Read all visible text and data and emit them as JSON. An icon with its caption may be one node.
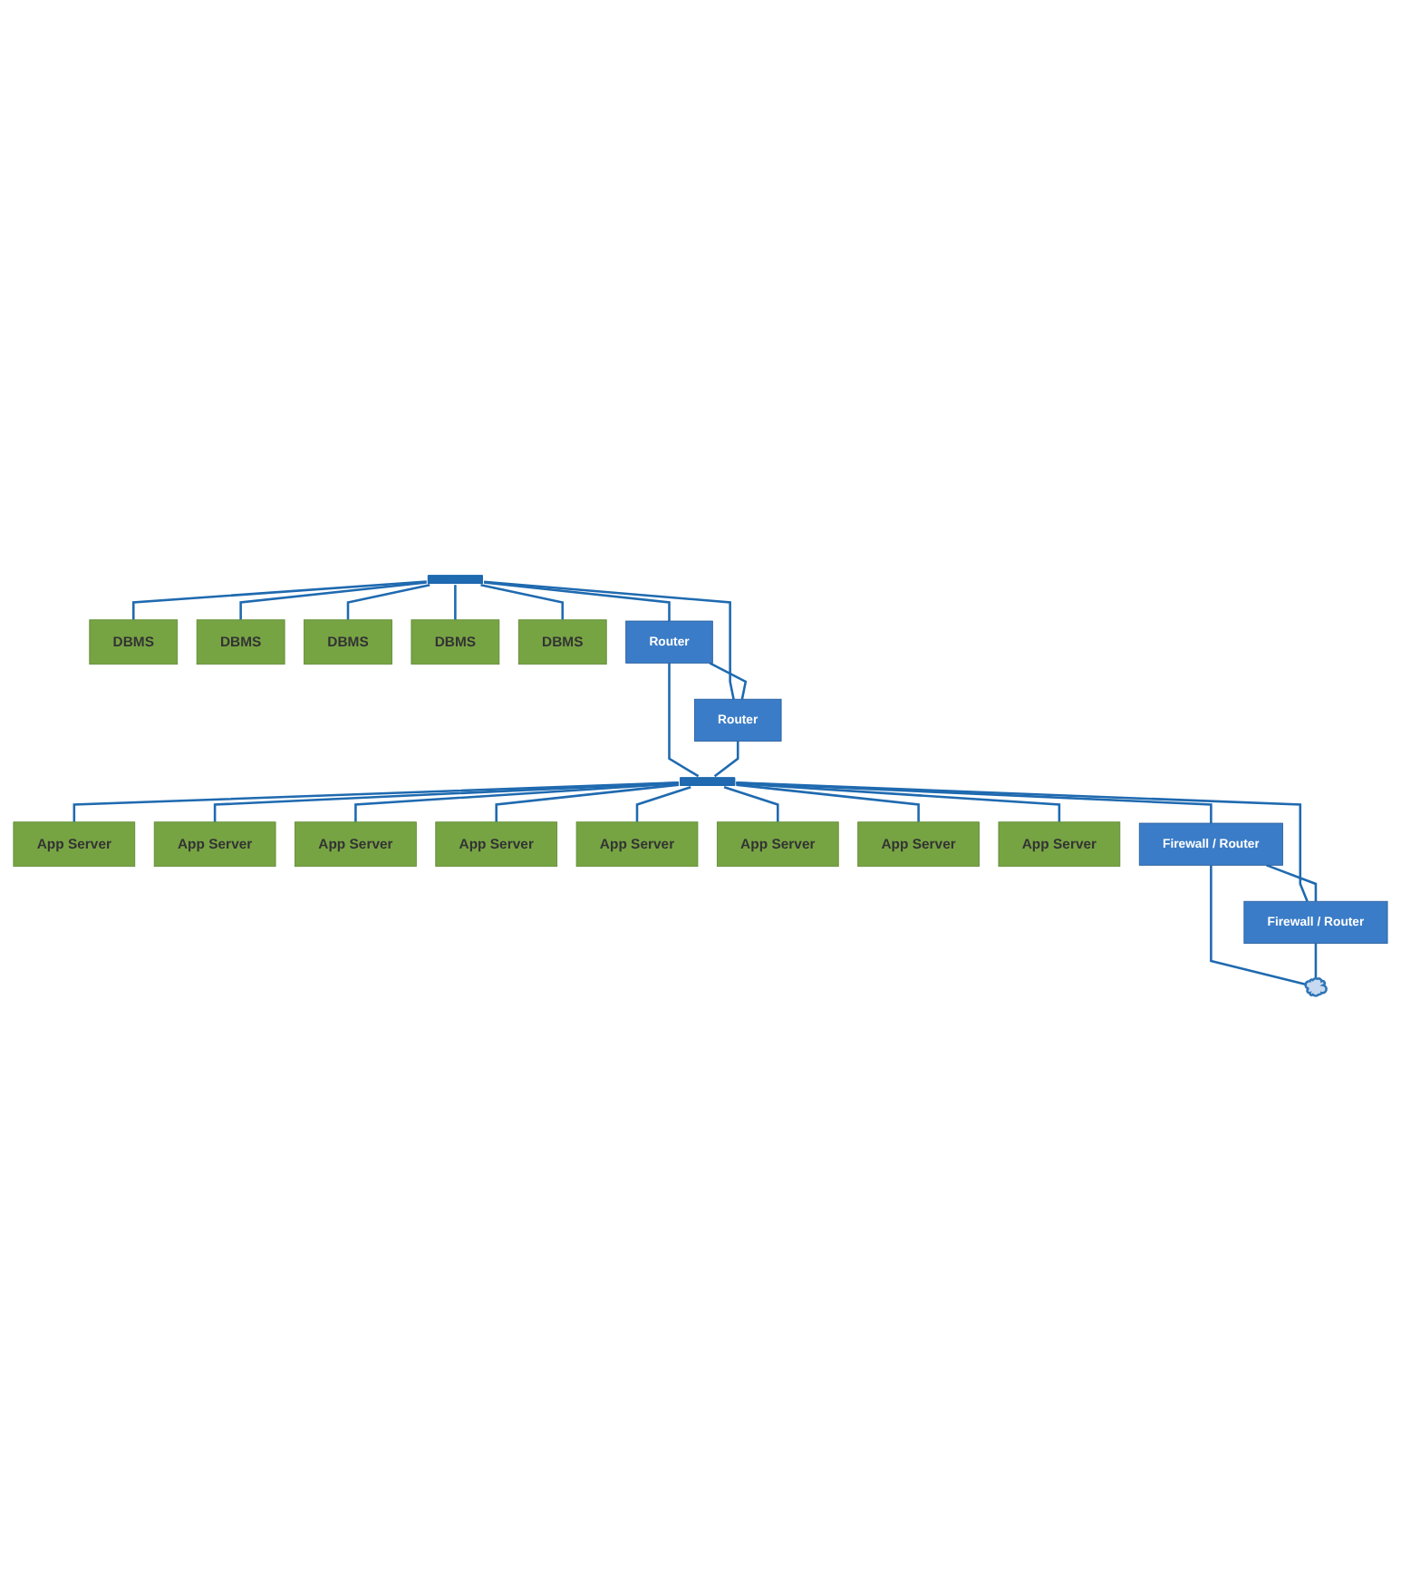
{
  "diagram": {
    "nodes": [
      {
        "text": [],
        "shape": "bar"
      },
      {
        "text": [
          "DBMS"
        ]
      },
      {
        "text": [
          "DBMS"
        ]
      },
      {
        "text": [
          "DBMS"
        ]
      },
      {
        "text": [
          "DBMS"
        ]
      },
      {
        "text": [
          "DBMS"
        ]
      },
      {
        "text": [
          "Router"
        ]
      },
      {
        "text": [
          "Router"
        ]
      },
      {
        "text": [],
        "shape": "bar"
      },
      {
        "text": [
          "App Server"
        ]
      },
      {
        "text": [
          "App Server"
        ]
      },
      {
        "text": [
          "App Server"
        ]
      },
      {
        "text": [
          "App Server"
        ]
      },
      {
        "text": [
          "App Server"
        ]
      },
      {
        "text": [
          "App Server"
        ]
      },
      {
        "text": [
          "App Server"
        ]
      },
      {
        "text": [
          "App Server"
        ]
      },
      {
        "text": [
          "Firewall / Router"
        ]
      },
      {
        "text": [
          "Firewall / Router"
        ]
      },
      {
        "text": [],
        "shape": "cloud"
      }
    ],
    "edges": [
      {
        "from": 0,
        "to": 1,
        "arrow": "none"
      },
      {
        "from": 0,
        "to": 2,
        "arrow": "none"
      },
      {
        "from": 0,
        "to": 3,
        "arrow": "none"
      },
      {
        "from": 0,
        "to": 4,
        "arrow": "none"
      },
      {
        "from": 0,
        "to": 5,
        "arrow": "none"
      },
      {
        "from": 0,
        "to": 6,
        "arrow": "none"
      },
      {
        "from": 0,
        "to": 7,
        "arrow": "none"
      },
      {
        "from": 6,
        "to": 7,
        "arrow": "none"
      },
      {
        "from": 6,
        "to": 8,
        "arrow": "none"
      },
      {
        "from": 7,
        "to": 8,
        "arrow": "none"
      },
      {
        "from": 8,
        "to": 9,
        "arrow": "none"
      },
      {
        "from": 8,
        "to": 10,
        "arrow": "none"
      },
      {
        "from": 8,
        "to": 11,
        "arrow": "none"
      },
      {
        "from": 8,
        "to": 12,
        "arrow": "none"
      },
      {
        "from": 8,
        "to": 13,
        "arrow": "none"
      },
      {
        "from": 8,
        "to": 14,
        "arrow": "none"
      },
      {
        "from": 8,
        "to": 15,
        "arrow": "none"
      },
      {
        "from": 8,
        "to": 16,
        "arrow": "none"
      },
      {
        "from": 8,
        "to": 17,
        "arrow": "none"
      },
      {
        "from": 8,
        "to": 18,
        "arrow": "none"
      },
      {
        "from": 17,
        "to": 18,
        "arrow": "none"
      },
      {
        "from": 17,
        "to": 19,
        "arrow": "none"
      },
      {
        "from": 18,
        "to": 19,
        "arrow": "none"
      }
    ]
  }
}
